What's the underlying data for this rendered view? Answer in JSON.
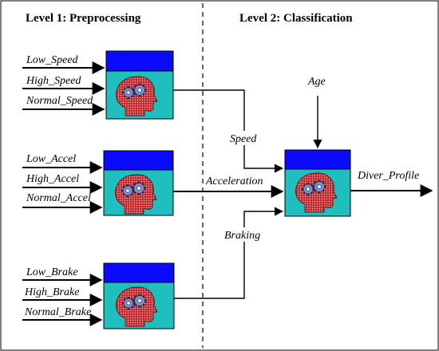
{
  "headings": {
    "level1": "Level 1: Preprocessing",
    "level2": "Level 2: Classification"
  },
  "speed_block": {
    "inputs": [
      "Low_Speed",
      "High_Speed",
      "Normal_Speed"
    ],
    "output": "Speed"
  },
  "accel_block": {
    "inputs": [
      "Low_Accel",
      "High_Accel",
      "Normal_Accel"
    ],
    "output": "Acceleration"
  },
  "brake_block": {
    "inputs": [
      "Low_Brake",
      "High_Brake",
      "Normal_Brake"
    ],
    "output": "Braking"
  },
  "classifier": {
    "age_input": "Age",
    "output": "Diver_Profile"
  },
  "colors": {
    "block_header": "#0a0aff",
    "block_body": "#1fbfbf",
    "head_fill": "#c8282b",
    "gear_fill": "#7a8fc6"
  },
  "icons": [
    "brain-gears-icon"
  ]
}
